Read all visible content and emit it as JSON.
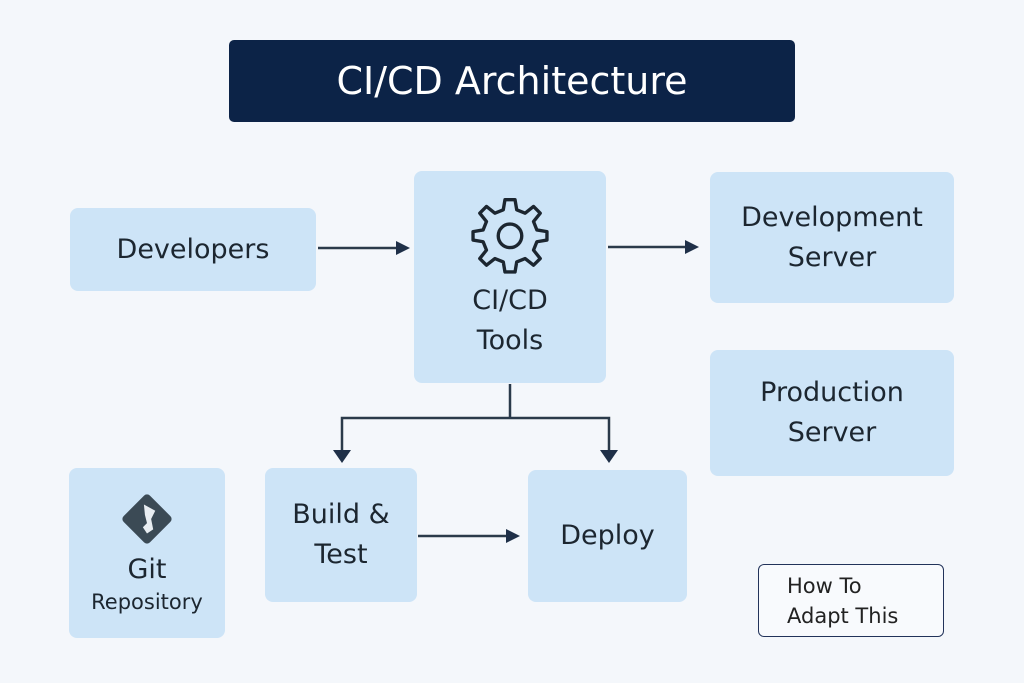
{
  "title": "CI/CD Architecture",
  "nodes": {
    "developers": "Developers",
    "cicd_tools": {
      "line1": "CI/CD",
      "line2": "Tools",
      "icon": "gear-icon"
    },
    "development_server": {
      "line1": "Development",
      "line2": "Server"
    },
    "production_server": {
      "line1": "Production",
      "line2": "Server"
    },
    "git_repository": {
      "line1": "Git",
      "line2": "Repository",
      "icon": "git-logo-icon"
    },
    "build_test": {
      "line1": "Build &",
      "line2": "Test"
    },
    "deploy": "Deploy"
  },
  "edges": [
    {
      "from": "developers",
      "to": "cicd_tools"
    },
    {
      "from": "cicd_tools",
      "to": "development_server"
    },
    {
      "from": "cicd_tools",
      "to": "build_test"
    },
    {
      "from": "cicd_tools",
      "to": "deploy"
    },
    {
      "from": "build_test",
      "to": "deploy"
    }
  ],
  "adapt_button": {
    "line1": "How To",
    "line2": "Adapt This"
  },
  "colors": {
    "title_bg": "#0c2347",
    "node_bg": "#cde4f7",
    "arrow": "#2a3a4a"
  }
}
